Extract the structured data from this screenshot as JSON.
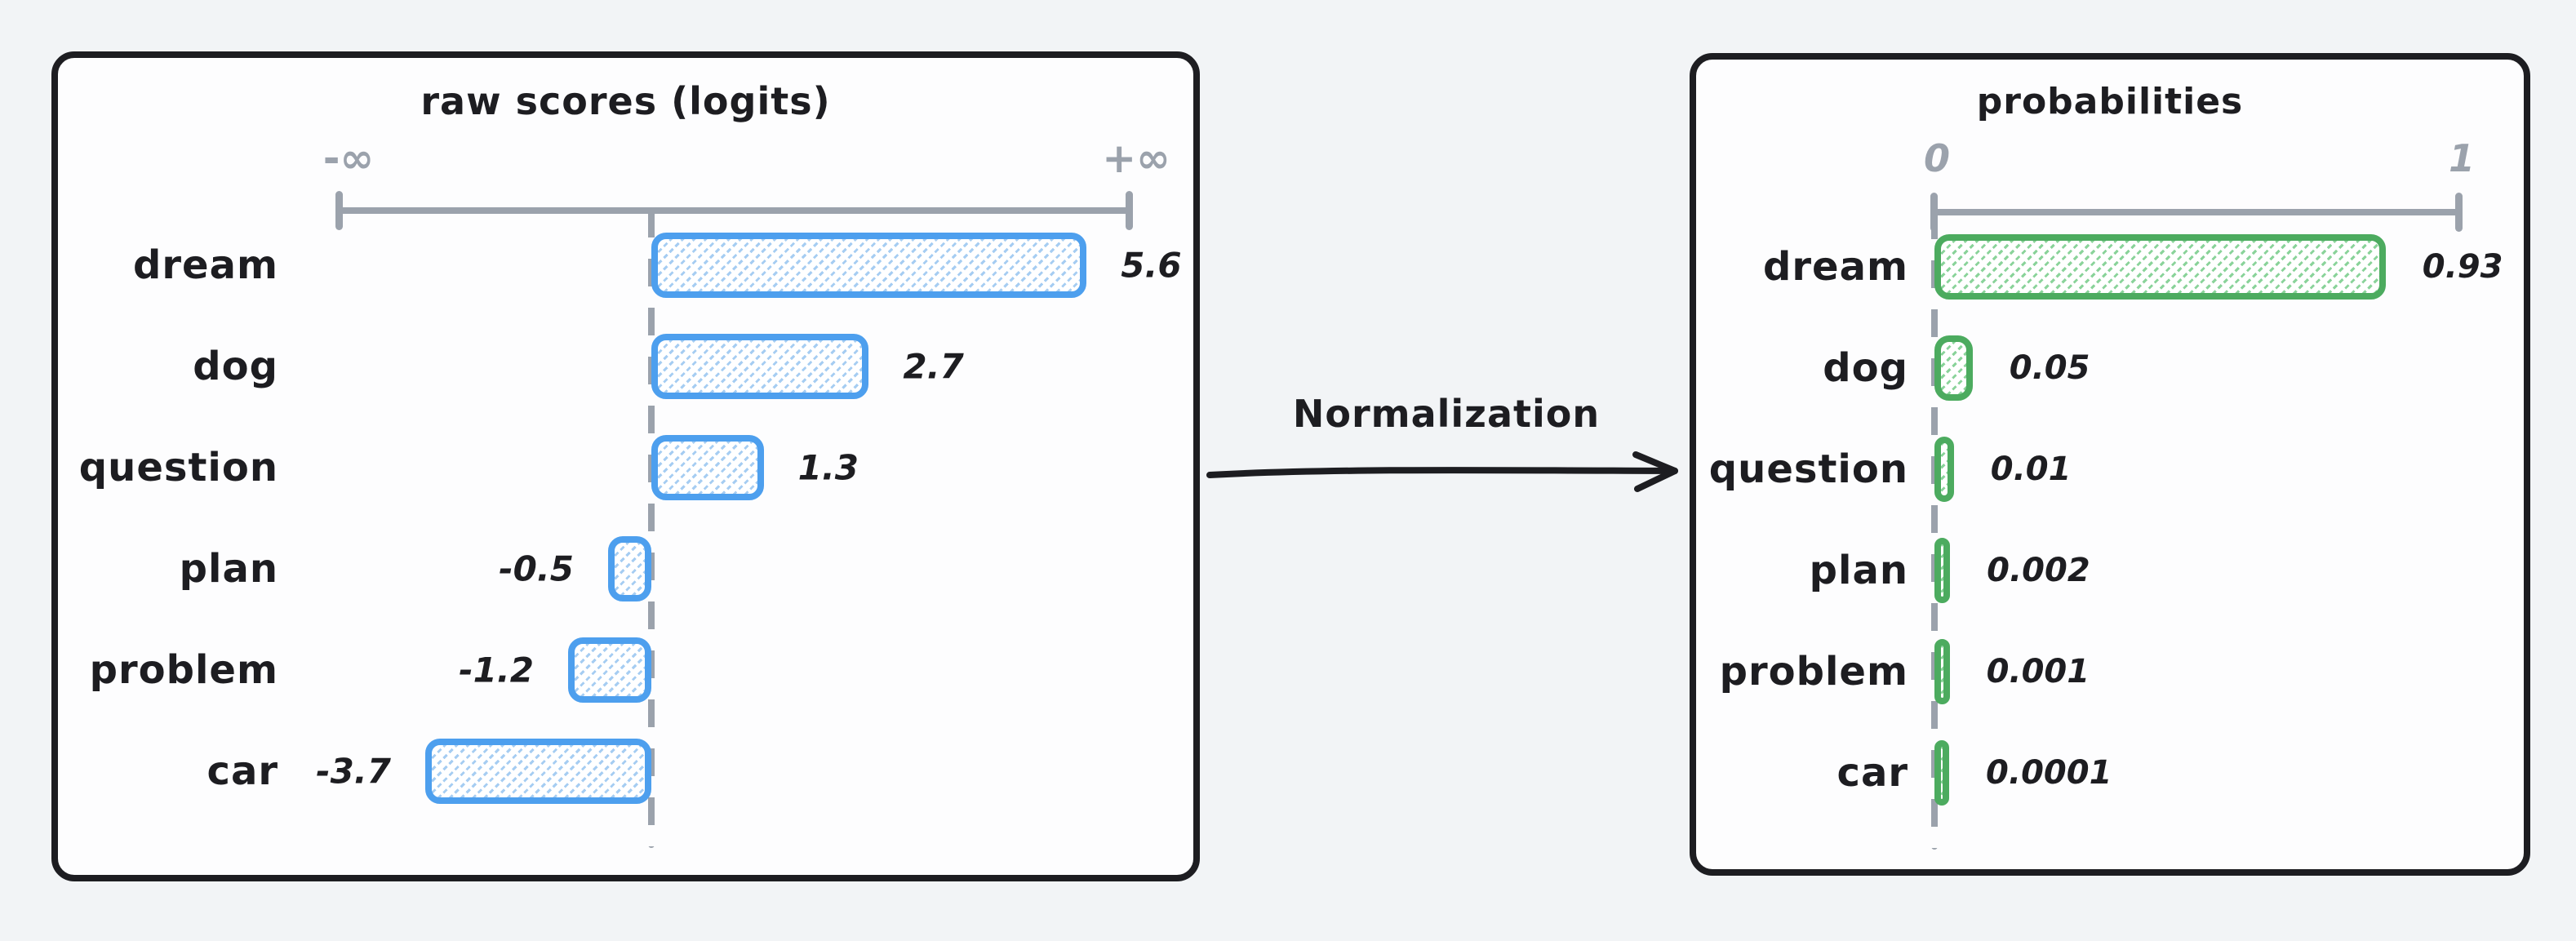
{
  "page": {
    "background_color": "#f2f4f6",
    "panel_background": "#fdfdfe",
    "panel_border_color": "#1d1d21"
  },
  "colors": {
    "text": "#1d1d21",
    "axis_gray": "#9ba2ac",
    "blue_bar_border": "#4d9fee",
    "blue_bar_hatch": "#a6cdf2",
    "green_bar_border": "#4cab5f",
    "green_bar_hatch": "#8ad39a"
  },
  "transform": {
    "label": "Normalization"
  },
  "chart_data": [
    {
      "type": "bar",
      "orientation": "horizontal",
      "title": "raw scores (logits)",
      "axis": {
        "min_label": "-∞",
        "max_label": "+∞"
      },
      "legend_position": "none",
      "grid": false,
      "zero_baseline": true,
      "bar_style": "blue outlined, diagonal cross-hatch fill",
      "categories": [
        "dream",
        "dog",
        "question",
        "plan",
        "problem",
        "car"
      ],
      "values": [
        5.6,
        2.7,
        1.3,
        -0.5,
        -1.2,
        -3.7
      ],
      "value_labels": [
        "5.6",
        "2.7",
        "1.3",
        "-0.5",
        "-1.2",
        "-3.7"
      ]
    },
    {
      "type": "bar",
      "orientation": "horizontal",
      "title": "probabilities",
      "axis": {
        "min_label": "0",
        "max_label": "1"
      },
      "xlim": [
        0,
        1
      ],
      "legend_position": "none",
      "grid": false,
      "zero_baseline": true,
      "bar_style": "green outlined, diagonal cross-hatch fill",
      "categories": [
        "dream",
        "dog",
        "question",
        "plan",
        "problem",
        "car"
      ],
      "values": [
        0.93,
        0.05,
        0.01,
        0.002,
        0.001,
        0.0001
      ],
      "value_labels": [
        "0.93",
        "0.05",
        "0.01",
        "0.002",
        "0.001",
        "0.0001"
      ]
    }
  ]
}
